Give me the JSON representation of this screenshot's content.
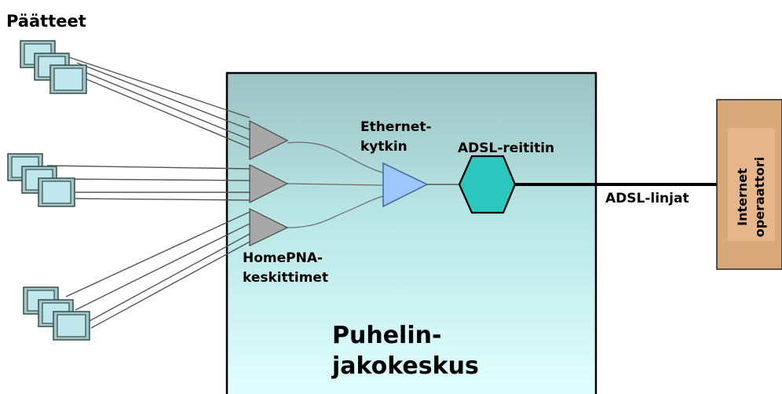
{
  "title": "Päätteet",
  "exchange": {
    "line1": "Puhelin-",
    "line2": "jakokeskus"
  },
  "switch": {
    "line1": "Ethernet-",
    "line2": "kytkin"
  },
  "router": {
    "label": "ADSL-reititin"
  },
  "hubs": {
    "line1": "HomePNA-",
    "line2": "keskittimet"
  },
  "line_label": "ADSL-linjat",
  "operator": {
    "line1": "Internet",
    "line2": "operaattori"
  },
  "colors": {
    "exchange_fill_top": "#9dc3c3",
    "exchange_fill_bottom": "#d9ffff",
    "hub_fill": "#a8a8a8",
    "switch_fill": "#9ec7ff",
    "router_fill": "#2cc8c0",
    "operator_fill": "#d9a87a"
  }
}
